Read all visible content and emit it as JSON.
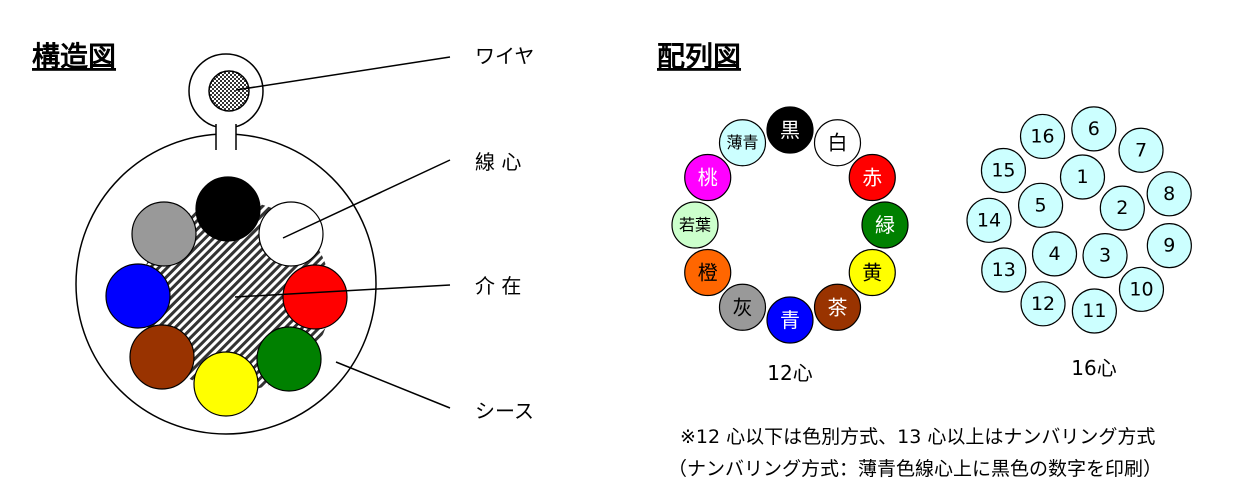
{
  "structure": {
    "title": "構造図",
    "labels": {
      "wire": "ワイヤ",
      "core": "線 心",
      "filler": "介 在",
      "sheath": "シース"
    },
    "core_colors": [
      "#000000",
      "#ffffff",
      "#ff0000",
      "#008000",
      "#ffff00",
      "#993300",
      "#0000ff",
      "#999999"
    ]
  },
  "arrangement": {
    "title": "配列図",
    "twelve": {
      "caption": "12心",
      "cores": [
        {
          "label": "黒",
          "fill": "#000000",
          "text_color": "#ffffff"
        },
        {
          "label": "白",
          "fill": "#ffffff",
          "text_color": "#000000"
        },
        {
          "label": "赤",
          "fill": "#ff0000",
          "text_color": "#ffffff"
        },
        {
          "label": "緑",
          "fill": "#008000",
          "text_color": "#ffffff"
        },
        {
          "label": "黄",
          "fill": "#ffff00",
          "text_color": "#000000"
        },
        {
          "label": "茶",
          "fill": "#993300",
          "text_color": "#ffffff"
        },
        {
          "label": "青",
          "fill": "#0000ff",
          "text_color": "#ffffff"
        },
        {
          "label": "灰",
          "fill": "#999999",
          "text_color": "#000000"
        },
        {
          "label": "橙",
          "fill": "#ff6600",
          "text_color": "#000000"
        },
        {
          "label": "若葉",
          "fill": "#ccffcc",
          "text_color": "#000000"
        },
        {
          "label": "桃",
          "fill": "#ff00ff",
          "text_color": "#ffffff"
        },
        {
          "label": "薄青",
          "fill": "#ccffff",
          "text_color": "#000000"
        }
      ]
    },
    "sixteen": {
      "caption": "16心",
      "fill": "#ccffff",
      "outer": [
        "6",
        "7",
        "8",
        "9",
        "10",
        "11",
        "12",
        "13",
        "14",
        "15",
        "16"
      ],
      "inner": [
        "1",
        "2",
        "3",
        "4",
        "5"
      ]
    }
  },
  "notes": [
    "※12 心以下は色別方式、13 心以上はナンバリング方式",
    "（ナンバリング方式：薄青色線心上に黒色の数字を印刷）"
  ]
}
